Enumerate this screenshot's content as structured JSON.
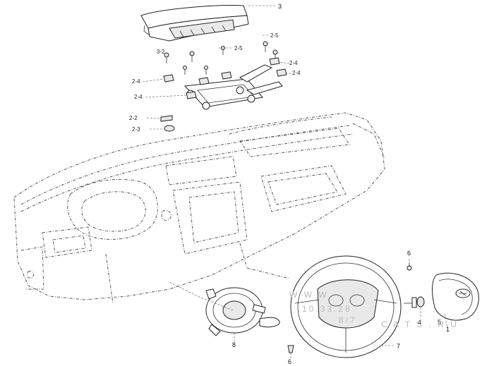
{
  "callouts": {
    "c3": "3",
    "c3_2": "3-2",
    "c2_5a": "2-5",
    "c2_5b": "2-5",
    "c2_4a": "2-4",
    "c2_4b": "2-4",
    "c2_4c": "2-4",
    "c2_4d": "2-4",
    "c2_2": "2-2",
    "c2_3": "2-3",
    "c6a": "6",
    "c6b": "6",
    "c4": "4",
    "c5": "5",
    "c1": "1",
    "c7": "7",
    "c8": "8"
  },
  "watermark": {
    "line1": "W W W",
    "line2": "10.33.28",
    "line3": "C A T S . R U",
    "line4": "8/7"
  }
}
